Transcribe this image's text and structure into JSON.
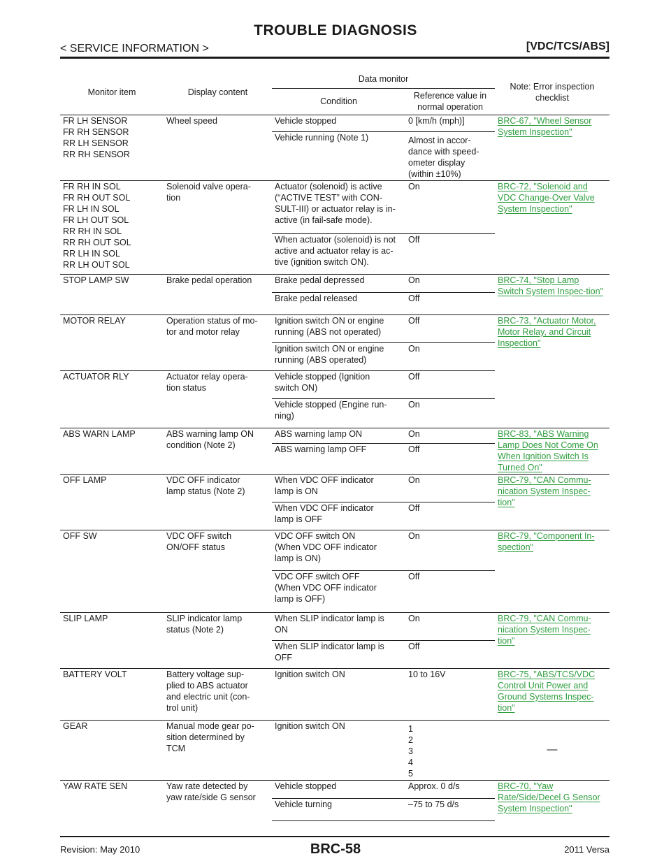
{
  "header": {
    "title": "TROUBLE DIAGNOSIS",
    "section": "< SERVICE INFORMATION >",
    "system": "[VDC/TCS/ABS]"
  },
  "table": {
    "headers": {
      "monitor_item": "Monitor item",
      "display_content": "Display content",
      "data_monitor": "Data monitor",
      "condition": "Condition",
      "reference": "Reference value in normal operation",
      "note": "Note: Error inspection checklist"
    },
    "groups": [
      {
        "item": "FR LH SENSOR\nFR RH SENSOR\nRR LH SENSOR\nRR RH SENSOR",
        "display": "Wheel speed",
        "link": "BRC-67, \"Wheel Sensor System Inspection\"",
        "rows": [
          {
            "condition": "Vehicle stopped",
            "reference": "0 [km/h (mph)]"
          },
          {
            "condition": "Vehicle running (Note 1)",
            "reference": "Almost in accor-\ndance with speed-\nometer display\n(within ±10%)"
          }
        ]
      },
      {
        "item": "FR RH IN SOL\nFR RH OUT SOL\nFR LH IN SOL\nFR LH OUT SOL\nRR RH IN SOL\nRR RH OUT SOL\nRR LH IN SOL\nRR LH OUT SOL",
        "display": "Solenoid valve opera-\ntion",
        "link": "BRC-72, \"Solenoid and VDC Change-Over Valve System Inspection\"",
        "rows": [
          {
            "condition": "Actuator (solenoid) is active\n(“ACTIVE TEST” with CON-\nSULT-III) or actuator relay is in-\nactive (in fail-safe mode).",
            "reference": "On"
          },
          {
            "condition": "When actuator (solenoid) is not\nactive and actuator relay is ac-\ntive (ignition switch ON).",
            "reference": "Off"
          }
        ]
      },
      {
        "item": "STOP LAMP SW",
        "display": "Brake pedal operation",
        "link": "BRC-74, \"Stop Lamp Switch System Inspec-tion\"",
        "rows": [
          {
            "condition": "Brake pedal depressed",
            "reference": "On"
          },
          {
            "condition": "Brake pedal released",
            "reference": "Off"
          }
        ]
      },
      {
        "item": "MOTOR RELAY",
        "display": "Operation status of mo-\ntor and motor relay",
        "rows": [
          {
            "condition": "Ignition switch  ON or engine\nrunning (ABS not operated)",
            "reference": "Off"
          },
          {
            "condition": "Ignition switch ON or engine\nrunning (ABS operated)",
            "reference": "On"
          }
        ]
      },
      {
        "item": "ACTUATOR RLY",
        "display": "Actuator relay opera-\ntion status",
        "rows": [
          {
            "condition": "Vehicle stopped (Ignition\nswitch  ON)",
            "reference": "Off"
          },
          {
            "condition": "Vehicle stopped (Engine run-\nning)",
            "reference": "On"
          }
        ]
      },
      {
        "item": "ABS WARN LAMP",
        "display": "ABS warning lamp ON\ncondition (Note 2)",
        "link": "BRC-83, \"ABS Warning Lamp Does Not Come On When Ignition Switch Is Turned On\"",
        "rows": [
          {
            "condition": "ABS warning lamp ON",
            "reference": "On"
          },
          {
            "condition": "ABS warning lamp OFF",
            "reference": "Off"
          }
        ]
      },
      {
        "item": "OFF LAMP",
        "display": "VDC  OFF indicator\nlamp status (Note 2)",
        "link": "BRC-79, \"CAN Commu-nication System Inspec-tion\"",
        "rows": [
          {
            "condition": "When VDC  OFF indicator\nlamp is ON",
            "reference": "On"
          },
          {
            "condition": "When VDC  OFF indicator\nlamp is OFF",
            "reference": "Off"
          }
        ]
      },
      {
        "item": "OFF  SW",
        "display": "VDC OFF  switch\nON/OFF status",
        "link": "BRC-79, \"Component In-spection\"",
        "rows": [
          {
            "condition": "VDC OFF  switch   ON\n(When VDC OFF indicator\nlamp is ON)",
            "reference": "On"
          },
          {
            "condition": "VDC  OFF  switch   OFF\n(When VDC OFF indicator\nlamp is OFF)",
            "reference": "Off"
          }
        ]
      },
      {
        "item": "SLIP LAMP",
        "display": "SLIP indicator lamp\nstatus (Note 2)",
        "link": "BRC-79, \"CAN Commu-nication System Inspec-tion\"",
        "rows": [
          {
            "condition": "When SLIP indicator lamp is\nON",
            "reference": "On"
          },
          {
            "condition": "When SLIP indicator lamp is\nOFF",
            "reference": "Off"
          }
        ]
      },
      {
        "item": "BATTERY VOLT",
        "display": "Battery voltage sup-\nplied to ABS actuator\nand electric unit (con-\ntrol unit)",
        "link": "BRC-75, \"ABS/TCS/VDC Control Unit Power and Ground Systems Inspec-tion\"",
        "rows": [
          {
            "condition": "Ignition switch  ON",
            "reference": "10 to 16V"
          }
        ]
      },
      {
        "item": "GEAR",
        "display": "Manual mode gear po-\nsition determined by\nTCM",
        "note_text": "—",
        "rows": [
          {
            "condition": "Ignition switch  ON",
            "reference": "1\n2\n3\n4\n5"
          }
        ]
      },
      {
        "item": "YAW RATE SEN",
        "display": "Yaw rate detected by\nyaw rate/side G sensor",
        "link": "BRC-70, \"Yaw Rate/Side/Decel G Sensor System Inspection\"",
        "rows": [
          {
            "condition": "Vehicle stopped",
            "reference": "Approx. 0 d/s"
          },
          {
            "condition": "Vehicle turning",
            "reference": "–75 to 75 d/s"
          }
        ]
      }
    ],
    "shared_links": {
      "motor_actuator": "BRC-73, \"Actuator Motor, Motor Relay, and Circuit Inspection\""
    }
  },
  "footer": {
    "revision": "Revision: May 2010",
    "page": "BRC-58",
    "model": "2011 Versa"
  }
}
